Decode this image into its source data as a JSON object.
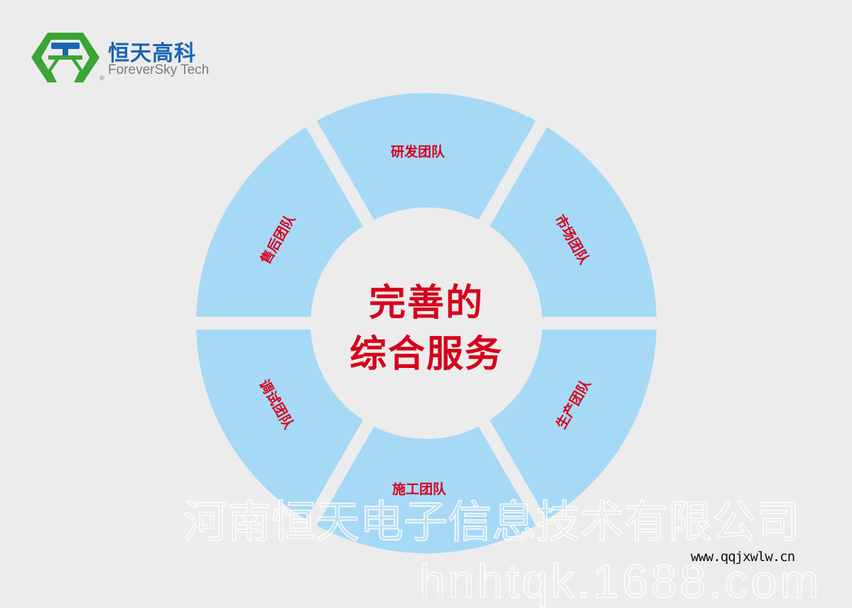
{
  "logo": {
    "name_cn": "恒天高科",
    "name_en": "ForeverSky Tech",
    "registered": "®",
    "green": "#3aa535",
    "blue": "#1a64b4"
  },
  "diagram": {
    "center_title_line1": "完善的",
    "center_title_line2": "综合服务",
    "segments": [
      {
        "label": "研发团队"
      },
      {
        "label": "市场团队"
      },
      {
        "label": "生产团队"
      },
      {
        "label": "施工团队"
      },
      {
        "label": "调试团队"
      },
      {
        "label": "售后团队"
      }
    ],
    "segment_color": "#a6d9f6",
    "text_color": "#d7001b"
  },
  "watermark": {
    "company": "河南恒天电子信息技术有限公司",
    "url": "hnhtqk.1688.com",
    "site": "www.qqjxwlw.cn"
  }
}
